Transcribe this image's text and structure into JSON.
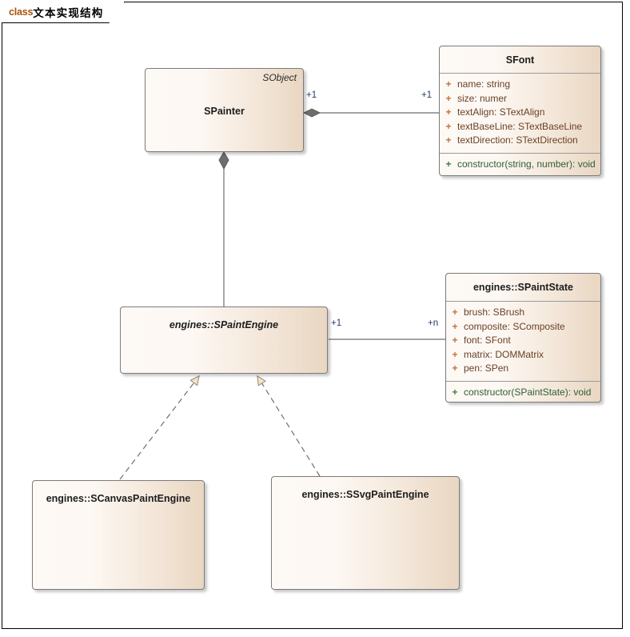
{
  "frame": {
    "kind": "class",
    "title": "文本实现结构"
  },
  "classes": {
    "spainter": {
      "name": "SPainter",
      "stereotype": "SObject",
      "abstract": false,
      "attributes": [],
      "operations": []
    },
    "sfont": {
      "name": "SFont",
      "abstract": false,
      "attributes": [
        {
          "vis": "+",
          "text": "name: string"
        },
        {
          "vis": "+",
          "text": "size: numer"
        },
        {
          "vis": "+",
          "text": "textAlign: STextAlign"
        },
        {
          "vis": "+",
          "text": "textBaseLine: STextBaseLine"
        },
        {
          "vis": "+",
          "text": "textDirection: STextDirection"
        }
      ],
      "operations": [
        {
          "vis": "+",
          "text": "constructor(string, number): void"
        }
      ]
    },
    "spaintengine": {
      "name": "engines::SPaintEngine",
      "abstract": true,
      "attributes": [],
      "operations": []
    },
    "spaintstate": {
      "name": "engines::SPaintState",
      "abstract": false,
      "attributes": [
        {
          "vis": "+",
          "text": "brush: SBrush"
        },
        {
          "vis": "+",
          "text": "composite: SComposite"
        },
        {
          "vis": "+",
          "text": "font: SFont"
        },
        {
          "vis": "+",
          "text": "matrix: DOMMatrix"
        },
        {
          "vis": "+",
          "text": "pen: SPen"
        }
      ],
      "operations": [
        {
          "vis": "+",
          "text": "constructor(SPaintState): void"
        }
      ]
    },
    "scanvaspaintengine": {
      "name": "engines::SCanvasPaintEngine",
      "abstract": false,
      "attributes": [],
      "operations": []
    },
    "ssvgpaintengine": {
      "name": "engines::SSvgPaintEngine",
      "abstract": false,
      "attributes": [],
      "operations": []
    }
  },
  "connectors": {
    "painter_font": {
      "type": "composition",
      "source_multiplicity": "+1",
      "target_multiplicity": "+1"
    },
    "painter_engine": {
      "type": "composition",
      "source_multiplicity": "",
      "target_multiplicity": ""
    },
    "engine_state": {
      "type": "association",
      "source_multiplicity": "+1",
      "target_multiplicity": "+n"
    },
    "canvas_realization": {
      "type": "realization"
    },
    "svg_realization": {
      "type": "realization"
    }
  },
  "colors": {
    "box_fill_light": "#fdf9f5",
    "box_fill_dark": "#e9d6c2",
    "box_border": "#7b7b7b",
    "attribute_text": "#6b4026",
    "attribute_vis": "#c2703a",
    "operation_text": "#2f5d38",
    "operation_vis": "#3f7d3f",
    "connector": "#6e6e6e",
    "multiplicity_text": "#273a63",
    "frame_kind": "#a8540c",
    "arrow_fill": "#fae0bd"
  }
}
